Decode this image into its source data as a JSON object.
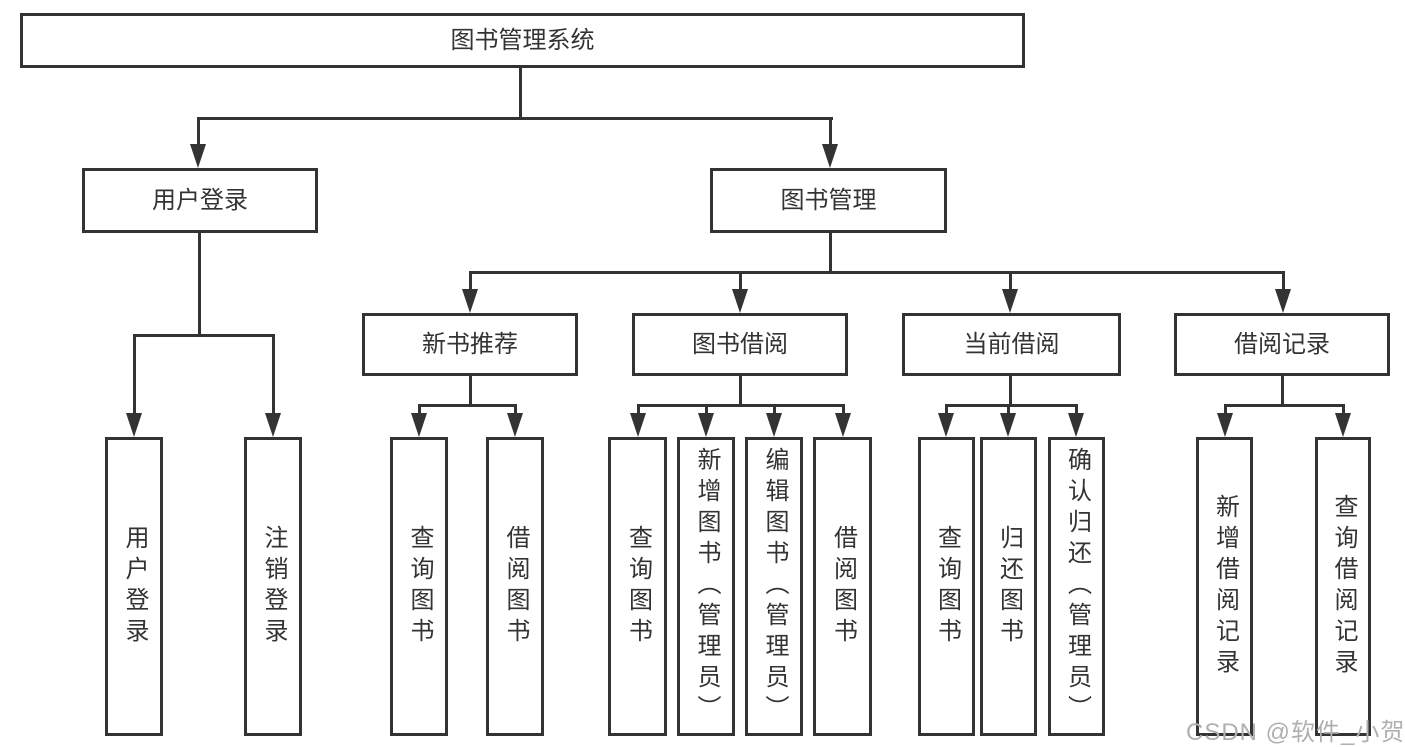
{
  "colors": {
    "line": "#333333",
    "text": "#333333",
    "background": "#ffffff",
    "watermark_text": "#b0b0b0"
  },
  "tree": {
    "root": {
      "label": "图书管理系统"
    },
    "user_login": {
      "label": "用户登录",
      "children": {
        "login": {
          "label": "用户登录"
        },
        "logout": {
          "label": "注销登录"
        }
      }
    },
    "book_mgmt": {
      "label": "图书管理",
      "sections": {
        "new_book": {
          "label": "新书推荐",
          "children": {
            "query": {
              "label": "查询图书"
            },
            "borrow": {
              "label": "借阅图书"
            }
          }
        },
        "borrowing": {
          "label": "图书借阅",
          "children": {
            "query": {
              "label": "查询图书"
            },
            "add": {
              "label": "新增图书（管理员）"
            },
            "edit": {
              "label": "编辑图书（管理员）"
            },
            "borrow": {
              "label": "借阅图书"
            }
          }
        },
        "current": {
          "label": "当前借阅",
          "children": {
            "query": {
              "label": "查询图书"
            },
            "return": {
              "label": "归还图书"
            },
            "confirm": {
              "label": "确认归还（管理员）"
            }
          }
        },
        "records": {
          "label": "借阅记录",
          "children": {
            "add": {
              "label": "新增借阅记录"
            },
            "query": {
              "label": "查询借阅记录"
            }
          }
        }
      }
    }
  },
  "watermark": {
    "text": "CSDN @软件_小贺同学"
  }
}
